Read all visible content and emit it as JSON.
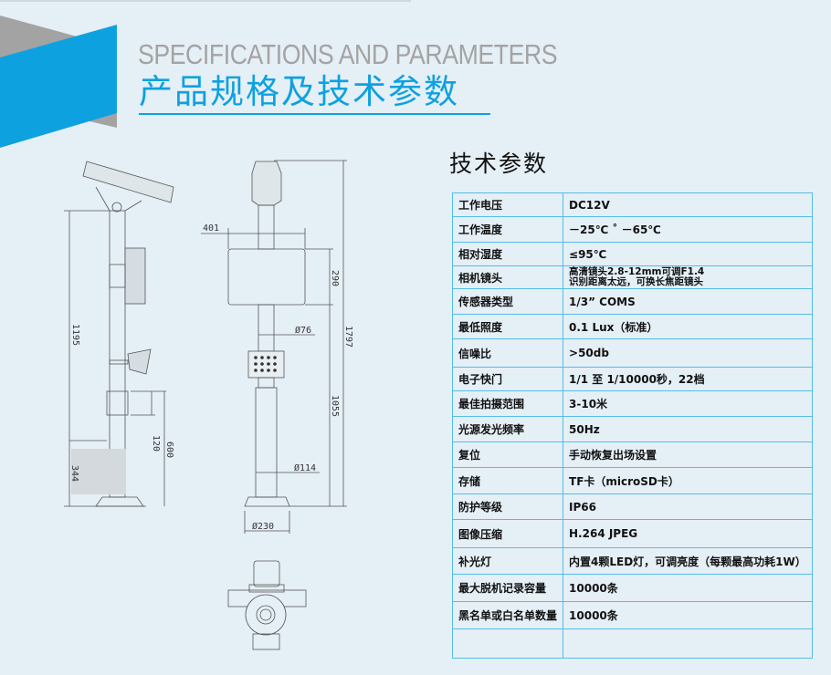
{
  "header": {
    "title_en": "SPECIFICATIONS AND PARAMETERS",
    "title_cn": "产品规格及技术参数",
    "accent_color": "#0ea1e0",
    "gray_color": "#a3a3a3"
  },
  "drawing": {
    "dimensions": {
      "d401": "401",
      "d290": "290",
      "d76": "Ø76",
      "d1797": "1797",
      "d1195": "1195",
      "d1055": "1055",
      "d120": "120",
      "d600": "600",
      "d344": "344",
      "d114": "Ø114",
      "d230": "Ø230"
    }
  },
  "specs": {
    "heading": "技术参数",
    "rows": [
      {
        "label": "工作电压",
        "value": "DC12V"
      },
      {
        "label": "工作温度",
        "value": "－25℃ ˚ －65℃"
      },
      {
        "label": "相对湿度",
        "value": "≤95℃"
      },
      {
        "label": "相机镜头",
        "value": "高清镜头2.8-12mm可调F1.4",
        "value2": "识别距离太远，可换长焦距镜头"
      },
      {
        "label": "传感器类型",
        "value": "1/3” COMS"
      },
      {
        "label": "最低照度",
        "value": "0.1 Lux（标准）"
      },
      {
        "label": "信噪比",
        "value": ">50db"
      },
      {
        "label": "电子快门",
        "value": "1/1 至 1/10000秒，22档"
      },
      {
        "label": "最佳拍摄范围",
        "value": "3-10米"
      },
      {
        "label": "光源发光频率",
        "value": "50Hz"
      },
      {
        "label": "复位",
        "value": "手动恢复出场设置"
      },
      {
        "label": "存储",
        "value": "TF卡（microSD卡）"
      },
      {
        "label": "防护等级",
        "value": "IP66"
      },
      {
        "label": "图像压缩",
        "value": "H.264 JPEG"
      },
      {
        "label": "补光灯",
        "value": "内置4颗LED灯，可调亮度（每颗最高功耗1W）"
      },
      {
        "label": "最大脱机记录容量",
        "value": "10000条"
      },
      {
        "label": "黑名单或白名单数量",
        "value": "10000条"
      }
    ]
  }
}
